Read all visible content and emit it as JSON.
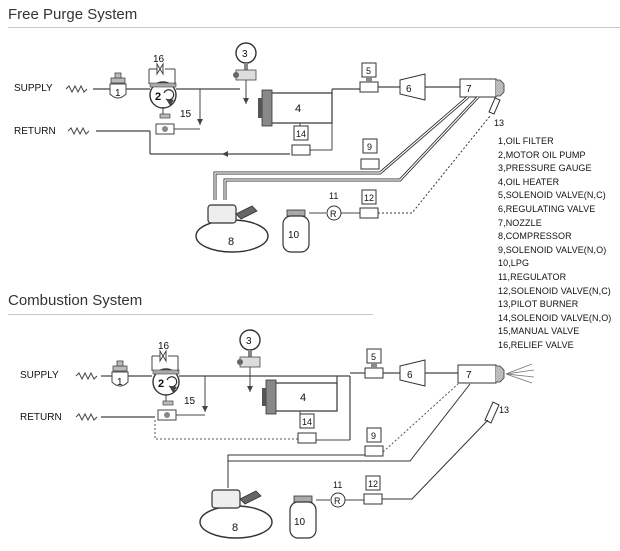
{
  "sections": [
    {
      "title": "Free Purge System"
    },
    {
      "title": "Combustion System"
    }
  ],
  "labels": {
    "supply": "SUPPLY",
    "return": "RETURN"
  },
  "numbers": {
    "n1": "1",
    "n2": "2",
    "n3": "3",
    "n4": "4",
    "n5": "5",
    "n6": "6",
    "n7": "7",
    "n8": "8",
    "n9": "9",
    "n10": "10",
    "n11": "11",
    "n12": "12",
    "n13": "13",
    "n14": "14",
    "n15": "15",
    "n16": "16",
    "regulator_symbol": "R"
  },
  "legend": [
    "1,OIL FILTER",
    "2,MOTOR OIL PUMP",
    "3,PRESSURE GAUGE",
    "4,OIL HEATER",
    "5,SOLENOID VALVE(N,C)",
    "6,REGULATING VALVE",
    "7,NOZZLE",
    "8,COMPRESSOR",
    "9,SOLENOID VALVE(N,O)",
    "10,LPG",
    "11,REGULATOR",
    "12,SOLENOID VALVE(N,C)",
    "13,PILOT BURNER",
    "14,SOLENOID VALVE(N,O)",
    "15,MANUAL  VALVE",
    "16,RELIEF  VALVE"
  ]
}
